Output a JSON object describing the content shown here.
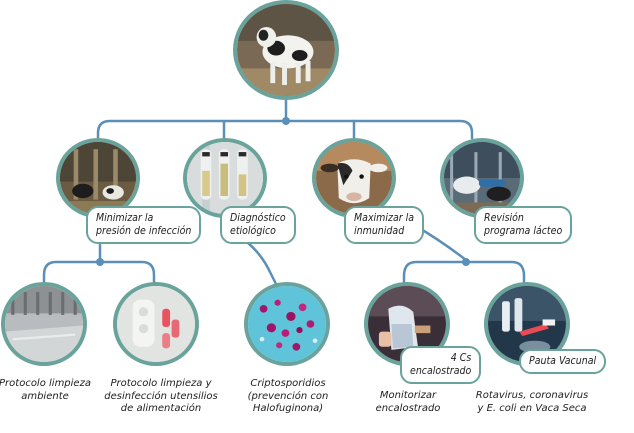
{
  "colors": {
    "connector": "#5b8fb8",
    "ring": "#6aa39c",
    "text": "#222222"
  },
  "root": {
    "image": "calf-photo"
  },
  "branches": [
    {
      "image": "calf-pen-photo",
      "label": [
        "Minimizar la",
        "presión de infección"
      ]
    },
    {
      "image": "test-tubes-photo",
      "label": [
        "Diagnóstico",
        "etiológico"
      ]
    },
    {
      "image": "calf-face-photo",
      "label": [
        "Maximizar la",
        "inmunidad"
      ]
    },
    {
      "image": "milk-feeding-photo",
      "label": [
        "Revisión",
        "programa lácteo"
      ]
    }
  ],
  "leaves": [
    {
      "image": "barn-floor-photo",
      "caption": [
        "Protocolo limpieza",
        "ambiente"
      ]
    },
    {
      "image": "feeding-bottles-photo",
      "caption": [
        "Protocolo limpieza y",
        "desinfección utensilios",
        "de alimentación"
      ]
    },
    {
      "image": "microscopy-photo",
      "caption": [
        "Criptosporidios",
        "(prevención con",
        "Halofuginona)"
      ]
    },
    {
      "image": "colostrum-test-photo",
      "badge": [
        "4 Cs",
        "encalostrado"
      ],
      "caption": [
        "Monitorizar",
        "encalostrado"
      ]
    },
    {
      "image": "vaccination-photo",
      "badge": [
        "Pauta Vacunal"
      ],
      "caption": [
        "Rotavirus, coronavirus",
        "y E. coli en Vaca Seca"
      ]
    }
  ]
}
